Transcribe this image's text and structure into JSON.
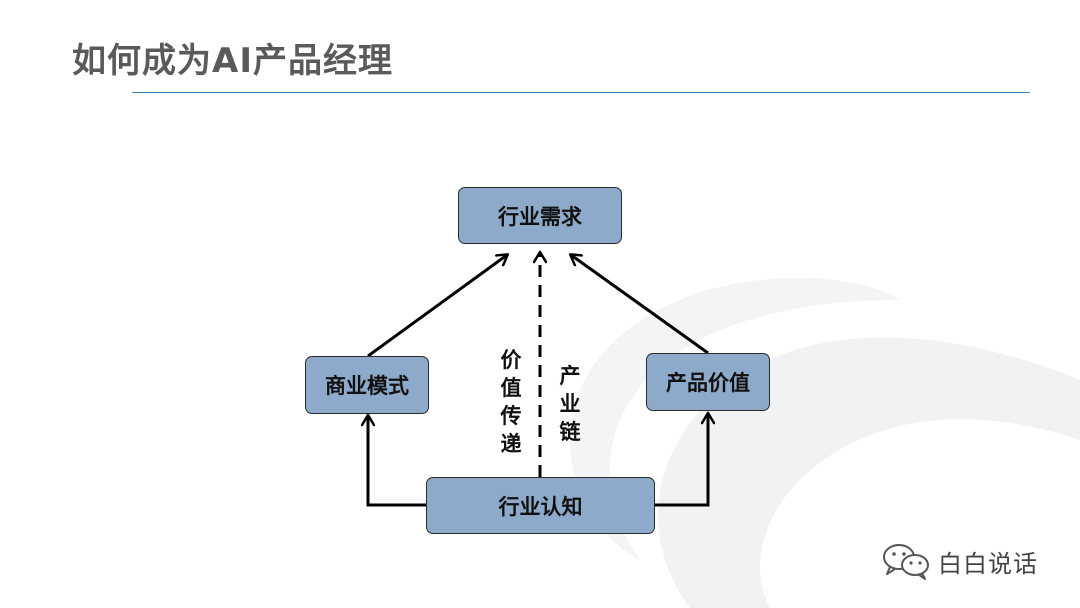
{
  "slide": {
    "title": "如何成为AI产品经理"
  },
  "diagram": {
    "nodes": {
      "top": "行业需求",
      "left": "商业模式",
      "right": "产品价值",
      "bottom": "行业认知"
    },
    "edge_labels": {
      "value_delivery": "价值传递",
      "industry_chain": "产业链"
    }
  },
  "watermark": {
    "icon": "wechat-icon",
    "text": "白白说话"
  },
  "colors": {
    "node_fill": "#8eaacb",
    "title_text": "#5a5a5a",
    "rule": "#3d87c9"
  }
}
